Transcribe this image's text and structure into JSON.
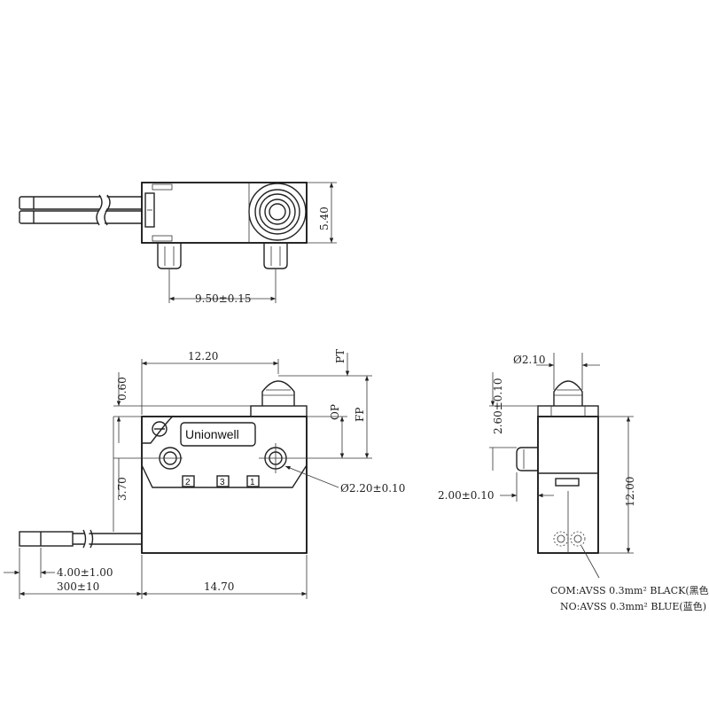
{
  "top_view": {
    "dim_width": "9.50±0.15",
    "dim_height": "5.40"
  },
  "front_view": {
    "brand": "Unionwell",
    "dim_length": "12.20",
    "dim_pretravel_height": "0.60",
    "dim_hole_offset": "3.70",
    "dim_hole_diameter": "Ø2.20±0.10",
    "dim_lead_strip": "4.00±1.00",
    "dim_lead_length": "300±10",
    "dim_body_length": "14.70",
    "label_pt": "PT",
    "label_op": "OP",
    "label_fp": "FP",
    "terminals": [
      "2",
      "3",
      "1"
    ]
  },
  "side_view": {
    "dim_plunger_diameter": "Ø2.10",
    "dim_plunger_height": "2.60±0.10",
    "dim_boss": "2.00±0.10",
    "dim_total_height": "12.00",
    "wire_com": "COM:AVSS 0.3mm² BLACK(黑色)",
    "wire_no": "NO:AVSS 0.3mm² BLUE(蓝色)"
  }
}
